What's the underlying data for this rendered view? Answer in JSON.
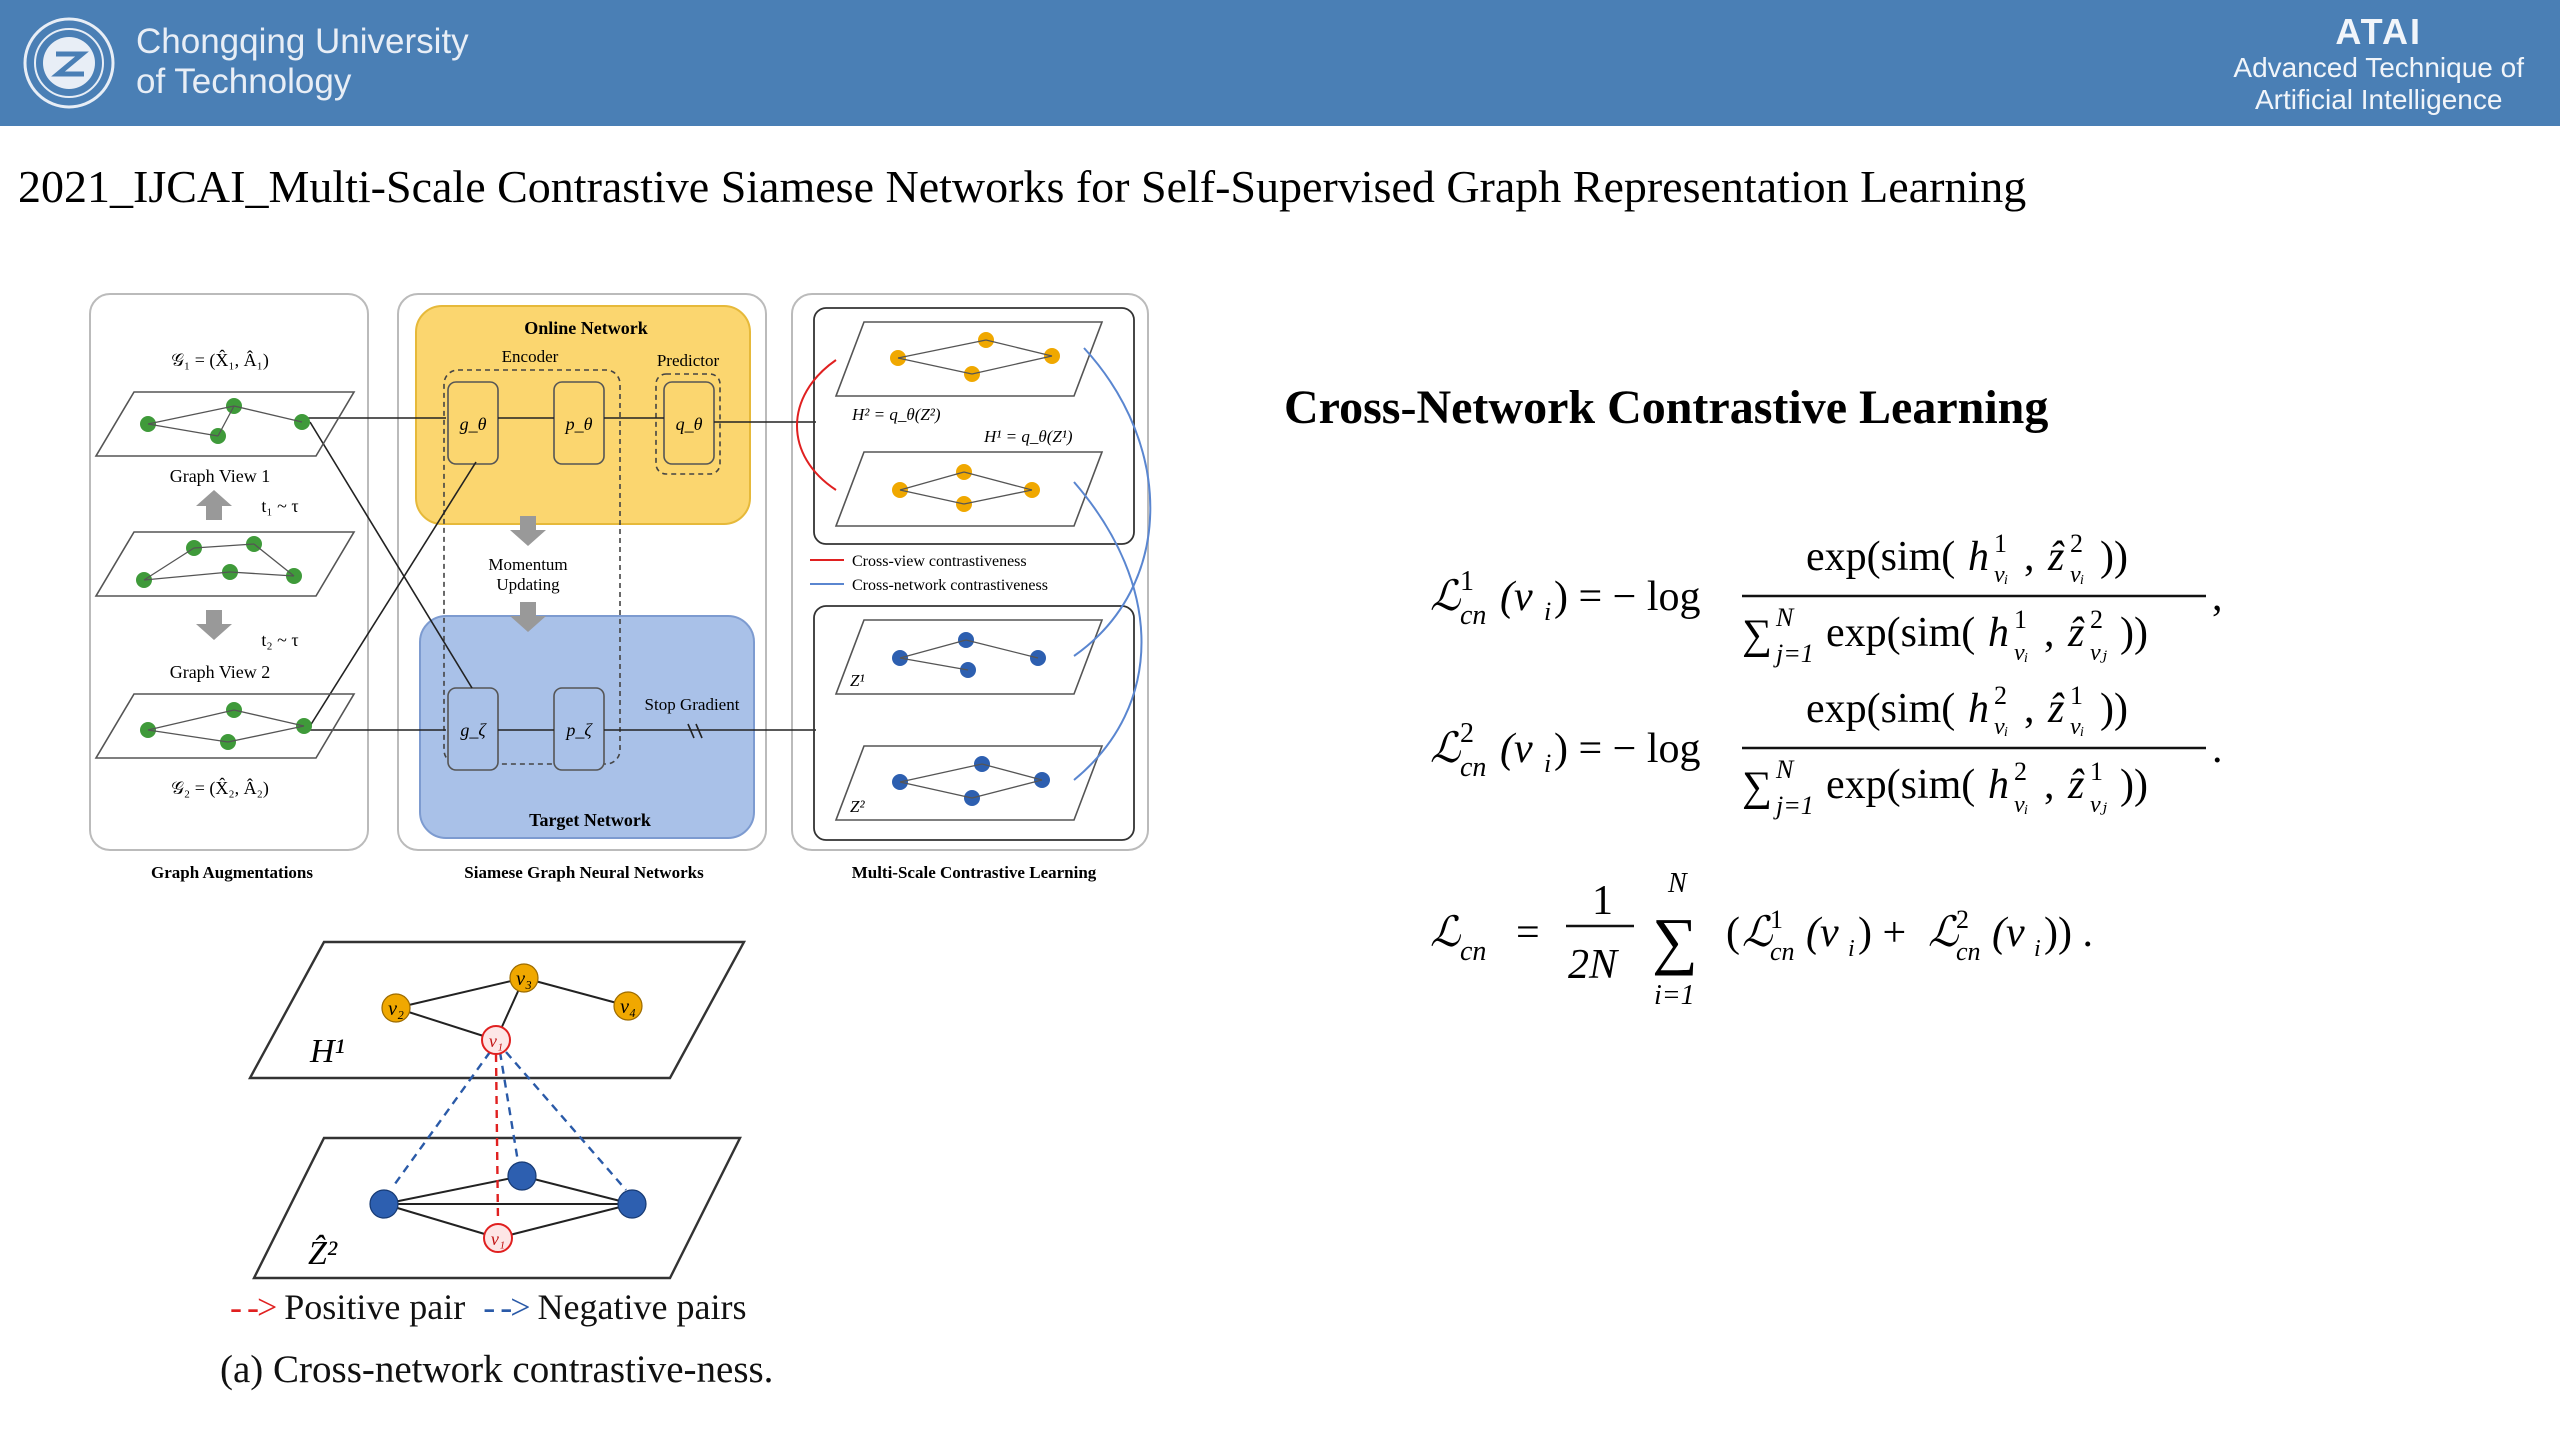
{
  "header": {
    "university_line1": "Chongqing University",
    "university_line2": "of Technology",
    "brand": "ATAI",
    "brand_line1": "Advanced Technique of",
    "brand_line2": "Artificial  Intelligence",
    "logo_icon": "university-seal-icon"
  },
  "slide": {
    "title": "2021_IJCAI_Multi-Scale Contrastive Siamese Networks for Self-Supervised Graph Representation Learning",
    "section_heading": "Cross-Network Contrastive Learning"
  },
  "figure_overview": {
    "online_network": "Online Network",
    "encoder": "Encoder",
    "predictor": "Predictor",
    "momentum_updating_1": "Momentum",
    "momentum_updating_2": "Updating",
    "stop_gradient": "Stop Gradient",
    "target_network": "Target Network",
    "graph_view_1": "Graph View 1",
    "graph_view_2": "Graph View 2",
    "t1": "t₁ ~ τ",
    "t2": "t₂ ~ τ",
    "g1_def": "𝒢₁ = (X̂₁, Â₁)",
    "g2_def": "𝒢₂ = (X̂₂, Â₂)",
    "h2_def": "H² = q_θ(Z²)",
    "h1_def": "H¹ = q_θ(Z¹)",
    "z1": "Z¹",
    "z2": "Z²",
    "g_theta": "g_θ",
    "p_theta": "p_θ",
    "q_theta": "q_θ",
    "g_zeta": "g_ζ",
    "p_zeta": "p_ζ",
    "legend_cross_view": "Cross-view contrastiveness",
    "legend_cross_network": "Cross-network contrastiveness",
    "label_aug": "Graph Augmentations",
    "label_siamese": "Siamese Graph Neural Networks",
    "label_multiscale": "Multi-Scale Contrastive Learning"
  },
  "figure_cross": {
    "h1": "H¹",
    "z2": "Ẑ²",
    "v1": "v₁",
    "v2": "v₂",
    "v3": "v₃",
    "v4": "v₄",
    "positive_pair": "Positive pair",
    "negative_pairs": "Negative pairs",
    "caption": "(a)  Cross-network   contrastive-ness."
  },
  "colors": {
    "header_bg": "#4a7fb5",
    "online_fill": "#fbd66f",
    "target_fill": "#a9c1e8",
    "node_green": "#3f9a3a",
    "node_orange": "#f0a800",
    "node_blue": "#2d5fb0",
    "positive": "#e02020",
    "negative": "#2a5aa8"
  }
}
